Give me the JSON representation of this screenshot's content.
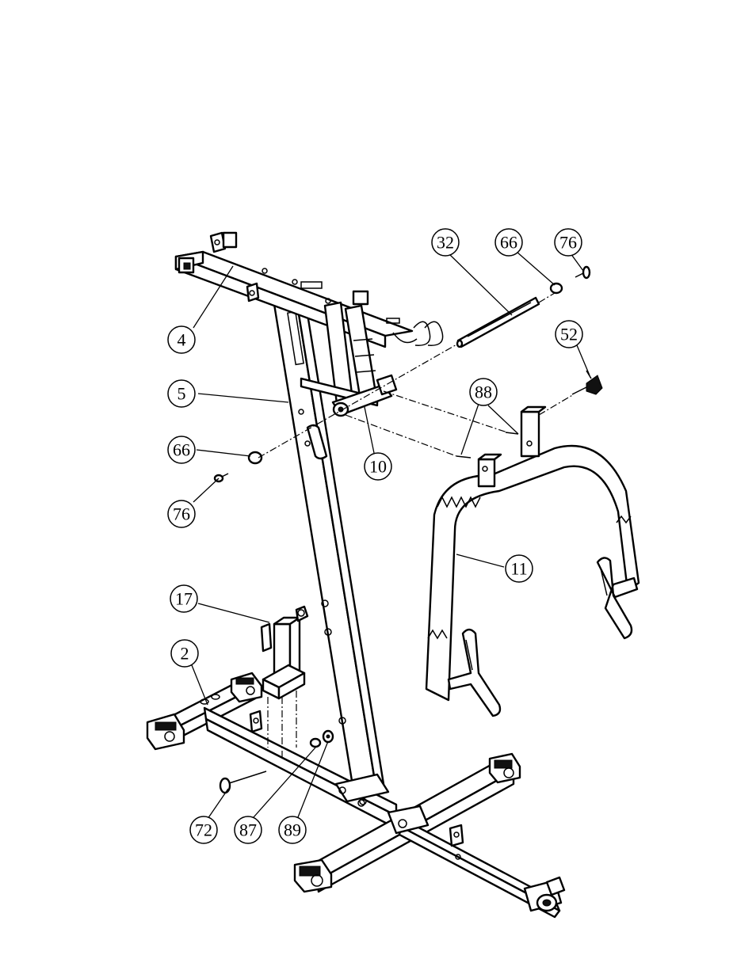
{
  "callouts": {
    "c4": "4",
    "c5": "5",
    "c66a": "66",
    "c76a": "76",
    "c10": "10",
    "c17": "17",
    "c2": "2",
    "c72": "72",
    "c87": "87",
    "c89": "89",
    "c32": "32",
    "c66b": "66",
    "c76b": "76",
    "c52": "52",
    "c88": "88",
    "c11": "11"
  }
}
